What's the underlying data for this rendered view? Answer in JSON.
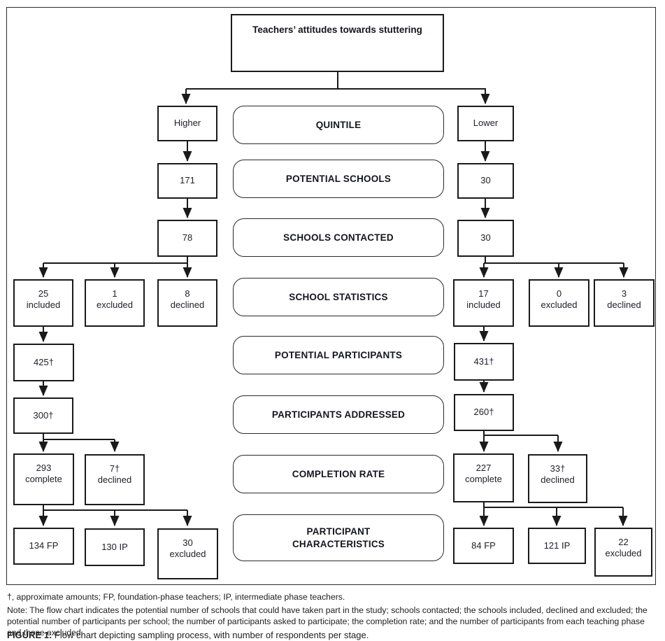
{
  "figure": {
    "title": "Teachers’ attitudes towards stuttering",
    "center_labels": {
      "quintile": "QUINTILE",
      "potential_schools": "POTENTIAL SCHOOLS",
      "schools_contacted": "SCHOOLS CONTACTED",
      "school_statistics": "SCHOOL STATISTICS",
      "potential_participants": "POTENTIAL PARTICIPANTS",
      "participants_addressed": "PARTICIPANTS ADDRESSED",
      "completion_rate": "COMPLETION RATE",
      "participant_characteristics": "PARTICIPANT\nCHARACTERISTICS"
    },
    "higher_branch": {
      "quintile": "Higher",
      "potential_schools": "171",
      "schools_contacted": "78",
      "included": "25\nincluded",
      "excluded": "1\nexcluded",
      "declined": "8\ndeclined",
      "potential_participants": "425†",
      "participants_addressed": "300†",
      "complete": "293\ncomplete",
      "rate_declined": "7†\ndeclined",
      "fp": "134 FP",
      "ip": "130 IP",
      "char_excluded": "30\nexcluded"
    },
    "lower_branch": {
      "quintile": "Lower",
      "potential_schools": "30",
      "schools_contacted": "30",
      "included": "17\nincluded",
      "excluded": "0\nexcluded",
      "declined": "3\ndeclined",
      "potential_participants": "431†",
      "participants_addressed": "260†",
      "complete": "227\ncomplete",
      "rate_declined": "33†\ndeclined",
      "fp": "84 FP",
      "ip": "121 IP",
      "char_excluded": "22\nexcluded"
    }
  },
  "notes": {
    "abbreviations": "†, approximate amounts; FP, foundation-phase teachers; IP, intermediate phase teachers.",
    "note_text": "Note: The flow chart indicates the potential number of schools that could have taken part in the study; schools contacted; the schools included, declined and excluded; the potential number of participants per school; the number of participants asked to participate; the completion rate; and the number of participants from each teaching phase and those excluded.",
    "figure_label": "FIGURE 1:",
    "figure_caption": " Flow chart depicting sampling process, with number of respondents per stage."
  },
  "colors": {
    "line": "#1a1a1a",
    "border": "#2a2a2a",
    "text": "#20202c",
    "background": "#ffffff"
  }
}
